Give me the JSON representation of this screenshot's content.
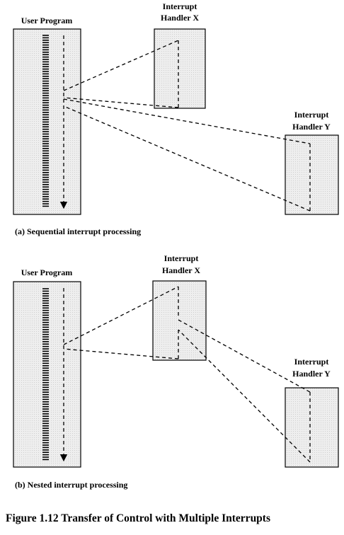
{
  "panel_a": {
    "user_program_label": "User Program",
    "handler_x_label": [
      "Interrupt",
      "Handler X"
    ],
    "handler_y_label": [
      "Interrupt",
      "Handler Y"
    ],
    "caption": "(a) Sequential interrupt processing"
  },
  "panel_b": {
    "user_program_label": "User Program",
    "handler_x_label": [
      "Interrupt",
      "Handler X"
    ],
    "handler_y_label": [
      "Interrupt",
      "Handler Y"
    ],
    "caption": "(b) Nested interrupt processing"
  },
  "figure_caption": "Figure 1.12  Transfer of Control with Multiple Interrupts",
  "colors": {
    "box_fill": "#e9e9e9",
    "box_stroke": "#000000",
    "line": "#000000"
  }
}
